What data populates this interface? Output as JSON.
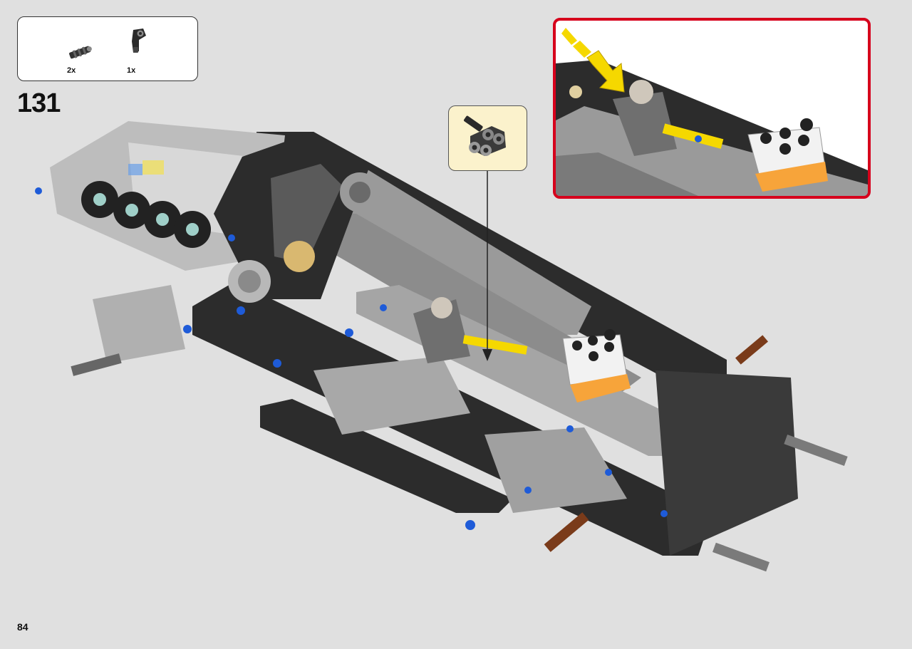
{
  "page": {
    "step_number": "131",
    "page_number": "84"
  },
  "parts_list": [
    {
      "part": "axle-connector-icon",
      "quantity": "2x"
    },
    {
      "part": "angle-connector-icon",
      "quantity": "1x"
    }
  ],
  "colors": {
    "page_background": "#e0e0e0",
    "detail_frame_border": "#d6001c",
    "callout_background": "#fbf2cc",
    "motion_arrow": "#f5d800",
    "pin_blue": "#1e5bd8",
    "beam_dark": "#2c2c2c",
    "beam_light": "#a9a9a9",
    "tile_orange": "#f7a43a",
    "axle_brown": "#7a3b1a"
  }
}
